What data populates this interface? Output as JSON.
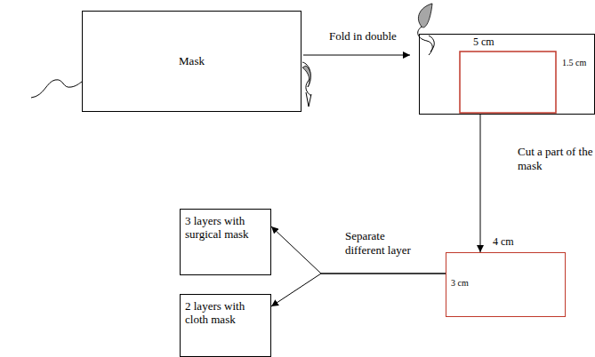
{
  "diagram": {
    "nodes": [
      {
        "text": [
          "Mask"
        ]
      },
      {
        "text": [
          "5 cm",
          "1.5 cm"
        ]
      },
      {
        "text": [
          "4 cm",
          "3 cm"
        ]
      },
      {
        "text": [
          "3 layers with surgical mask"
        ]
      },
      {
        "text": [
          "2 layers with cloth mask"
        ]
      }
    ],
    "edges": [
      {
        "from": 0,
        "to": 1,
        "arrow": "to",
        "label": "Fold in double"
      },
      {
        "from": 1,
        "to": 2,
        "arrow": "to",
        "label": "Cut a part of the mask"
      },
      {
        "from": 2,
        "to": 3,
        "arrow": "to",
        "label": "Separate different layer"
      },
      {
        "from": 2,
        "to": 4,
        "arrow": "to"
      }
    ]
  }
}
